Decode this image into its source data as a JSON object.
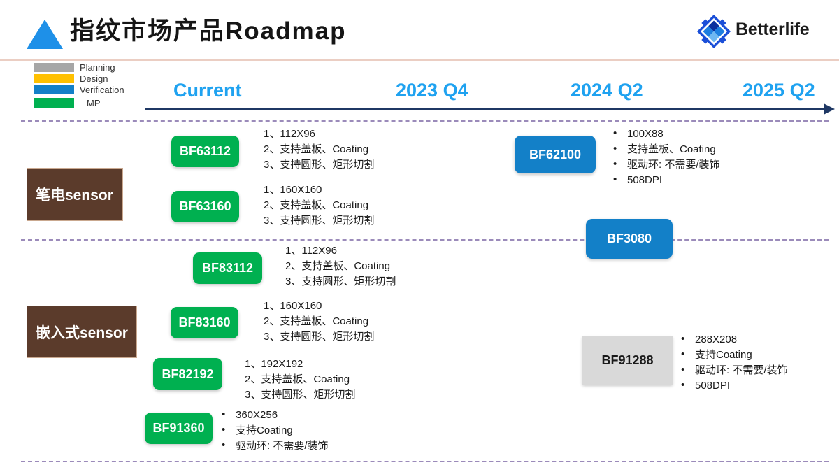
{
  "header": {
    "title": "指纹市场产品Roadmap",
    "triangle_icon": "triangle-icon",
    "brand": "Betterlife",
    "rule_color": "#EBCEC3",
    "triangle_color": "#1E90E8"
  },
  "legend": {
    "items": [
      {
        "label": "Planning",
        "color": "#A6A6A6"
      },
      {
        "label": "Design",
        "color": "#FFC000"
      },
      {
        "label": "Verification",
        "color": "#1380C8"
      },
      {
        "label": "MP",
        "color": "#00B050"
      }
    ]
  },
  "timeline": {
    "labels": [
      "Current",
      "2023 Q4",
      "2024 Q2",
      "2025 Q2"
    ],
    "line_color": "#1F3864",
    "label_color": "#1FA2F0"
  },
  "categories": [
    {
      "name": "笔电sensor"
    },
    {
      "name": "嵌入式sensor"
    }
  ],
  "divider_color": "#9B8BBA",
  "products": [
    {
      "id": "BF63112",
      "status": "MP",
      "specs": [
        "1、112X96",
        "2、支持盖板、Coating",
        "3、支持圆形、矩形切割"
      ],
      "bulleted": false
    },
    {
      "id": "BF63160",
      "status": "MP",
      "specs": [
        "1、160X160",
        "2、支持盖板、Coating",
        "3、支持圆形、矩形切割"
      ],
      "bulleted": false
    },
    {
      "id": "BF62100",
      "status": "Verification",
      "specs": [
        "100X88",
        "支持盖板、Coating",
        "驱动环: 不需要/装饰",
        "508DPI"
      ],
      "bulleted": true
    },
    {
      "id": "BF3080",
      "status": "Verification",
      "specs": [],
      "bulleted": false
    },
    {
      "id": "BF83112",
      "status": "MP",
      "specs": [
        "1、112X96",
        "2、支持盖板、Coating",
        "3、支持圆形、矩形切割"
      ],
      "bulleted": false
    },
    {
      "id": "BF83160",
      "status": "MP",
      "specs": [
        "1、160X160",
        "2、支持盖板、Coating",
        "3、支持圆形、矩形切割"
      ],
      "bulleted": false
    },
    {
      "id": "BF82192",
      "status": "MP",
      "specs": [
        "1、192X192",
        "2、支持盖板、Coating",
        "3、支持圆形、矩形切割"
      ],
      "bulleted": false
    },
    {
      "id": "BF91360",
      "status": "MP",
      "specs": [
        "360X256",
        "支持Coating",
        "驱动环: 不需要/装饰"
      ],
      "bulleted": true
    },
    {
      "id": "BF91288",
      "status": "Planning",
      "specs": [
        "288X208",
        "支持Coating",
        "驱动环: 不需要/装饰",
        "508DPI"
      ],
      "bulleted": true
    }
  ]
}
